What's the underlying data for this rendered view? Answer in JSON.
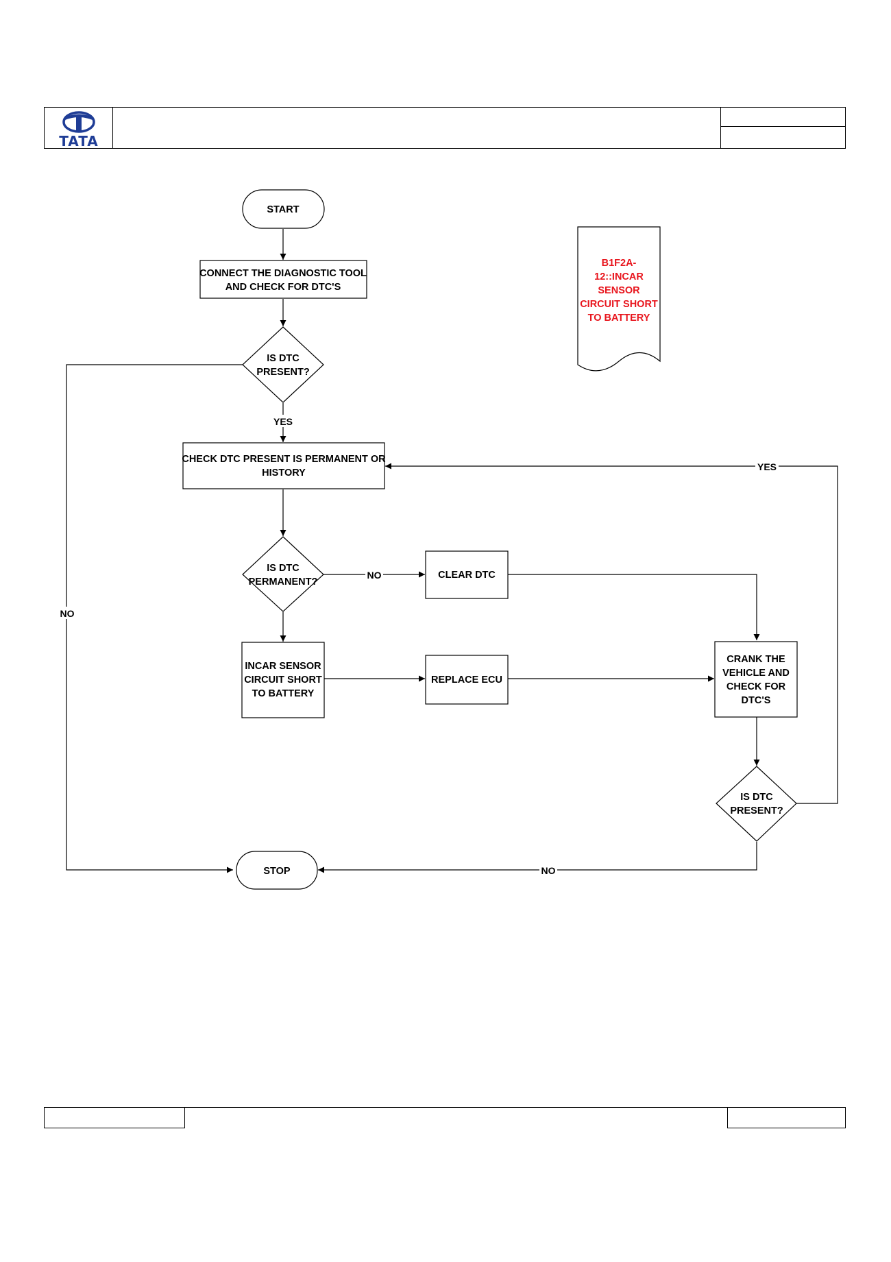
{
  "colors": {
    "brand": "#1f3d96",
    "note_text": "#e8141c",
    "line": "#000000"
  },
  "header": {
    "logo_text": "TATA",
    "logo_icon": "tata-logo-icon"
  },
  "note": {
    "lines": [
      "B1F2A-",
      "12::INCAR",
      "SENSOR",
      "CIRCUIT SHORT",
      "TO BATTERY"
    ]
  },
  "nodes": {
    "start": {
      "lines": [
        "START"
      ]
    },
    "connect": {
      "lines": [
        "CONNECT THE DIAGNOSTIC TOOL",
        "AND CHECK FOR  DTC'S"
      ]
    },
    "is_dtc_present_1": {
      "lines": [
        "IS  DTC",
        "PRESENT?"
      ]
    },
    "check_permanent": {
      "lines": [
        "CHECK DTC  PRESENT IS PERMANENT OR",
        "HISTORY"
      ]
    },
    "is_dtc_permanent": {
      "lines": [
        "IS  DTC",
        "PERMANENT?"
      ]
    },
    "clear_dtc": {
      "lines": [
        "CLEAR DTC"
      ]
    },
    "incar_sensor": {
      "lines": [
        "INCAR SENSOR",
        "CIRCUIT SHORT",
        "TO BATTERY"
      ]
    },
    "replace_ecu": {
      "lines": [
        "REPLACE ECU"
      ]
    },
    "crank": {
      "lines": [
        "CRANK THE",
        "VEHICLE AND",
        "CHECK FOR",
        "DTC'S"
      ]
    },
    "is_dtc_present_2": {
      "lines": [
        "IS  DTC",
        "PRESENT?"
      ]
    },
    "stop": {
      "lines": [
        "STOP"
      ]
    }
  },
  "edge_labels": {
    "present_yes": "YES",
    "present_no": "NO",
    "permanent_no": "NO",
    "loop_yes": "YES",
    "final_no": "NO"
  }
}
